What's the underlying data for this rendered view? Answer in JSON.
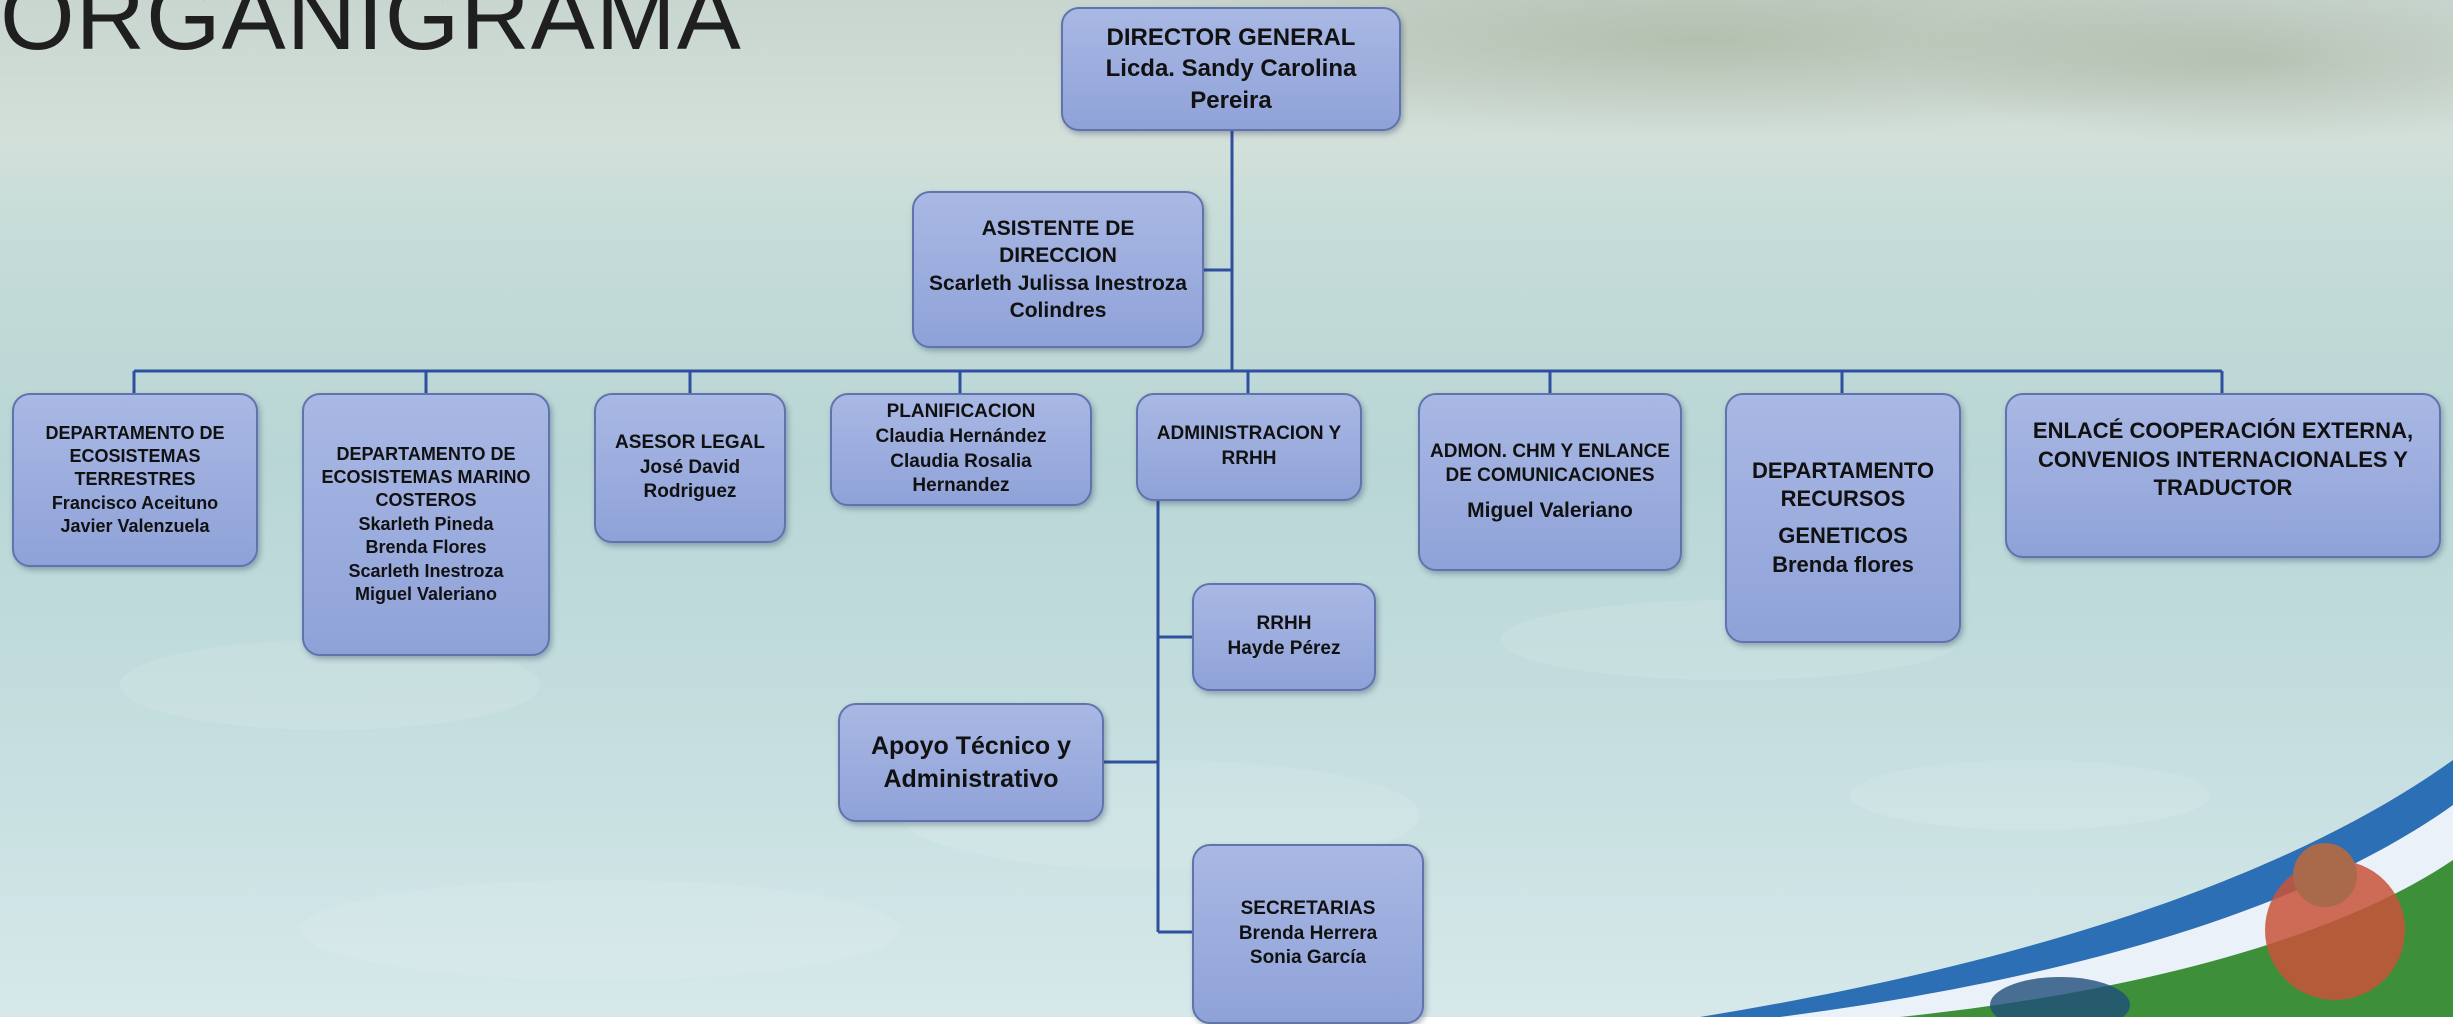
{
  "slide": {
    "title": "ORGANIGRAMA"
  },
  "nodes": {
    "director": [
      "DIRECTOR GENERAL",
      "Licda. Sandy Carolina",
      "Pereira"
    ],
    "asistente": [
      "ASISTENTE DE DIRECCION",
      "Scarleth Julissa Inestroza",
      "Colindres"
    ],
    "eco_terrestres": [
      "DEPARTAMENTO DE",
      "ECOSISTEMAS",
      "TERRESTRES",
      "Francisco Aceituno",
      "Javier Valenzuela"
    ],
    "eco_marino": [
      "DEPARTAMENTO DE",
      "ECOSISTEMAS MARINO",
      "COSTEROS",
      "Skarleth Pineda",
      "Brenda Flores",
      "Scarleth Inestroza",
      "Miguel Valeriano"
    ],
    "asesor_legal": [
      "ASESOR LEGAL",
      "José David",
      "Rodriguez"
    ],
    "planificacion": [
      "PLANIFICACION",
      "Claudia Hernández",
      "Claudia Rosalia Hernandez"
    ],
    "administracion": [
      "ADMINISTRACION Y",
      "RRHH"
    ],
    "admon_chm": [
      "ADMON. CHM Y ENLANCE",
      "DE COMUNICACIONES",
      "Miguel Valeriano"
    ],
    "recursos_geneticos": [
      "DEPARTAMENTO",
      "RECURSOS",
      "GENETICOS",
      "Brenda flores"
    ],
    "enlace": [
      "ENLACÉ COOPERACIÓN EXTERNA,",
      "CONVENIOS INTERNACIONALES Y",
      "TRADUCTOR"
    ],
    "rrhh": [
      "RRHH",
      "Hayde Pérez"
    ],
    "apoyo": [
      "Apoyo Técnico y",
      "Administrativo"
    ],
    "secretarias": [
      "SECRETARIAS",
      "Brenda Herrera",
      "Sonia García"
    ]
  },
  "colors": {
    "box_fill": "#9aacdf",
    "box_border": "#5f73ad",
    "connector": "#2f4f9f",
    "text": "#111111"
  }
}
